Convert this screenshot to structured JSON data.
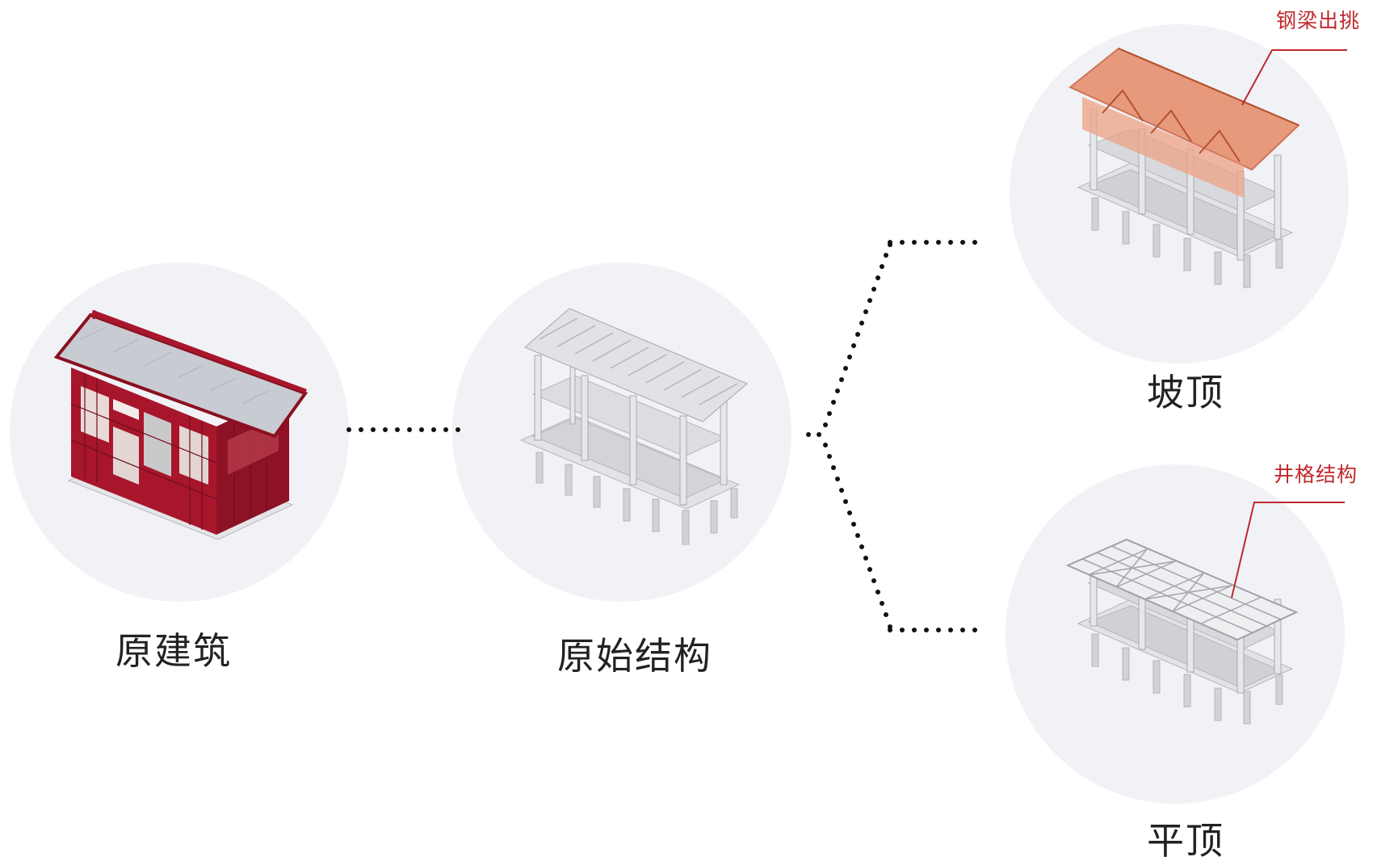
{
  "nodes": {
    "original_building": {
      "label": "原建筑"
    },
    "original_structure": {
      "label": "原始结构"
    },
    "pitched_roof": {
      "label": "坡顶",
      "annotation": "钢梁出挑"
    },
    "flat_roof": {
      "label": "平顶",
      "annotation": "井格结构"
    }
  },
  "colors": {
    "circle_bg": "#f1f2f6",
    "annotation_red": "#c0282d",
    "building_red": "#a8162c",
    "roof_grey": "#c9cbd2",
    "structure_grey": "#d6d7db",
    "highlight_orange": "#e58a66",
    "connector": "#111111"
  }
}
